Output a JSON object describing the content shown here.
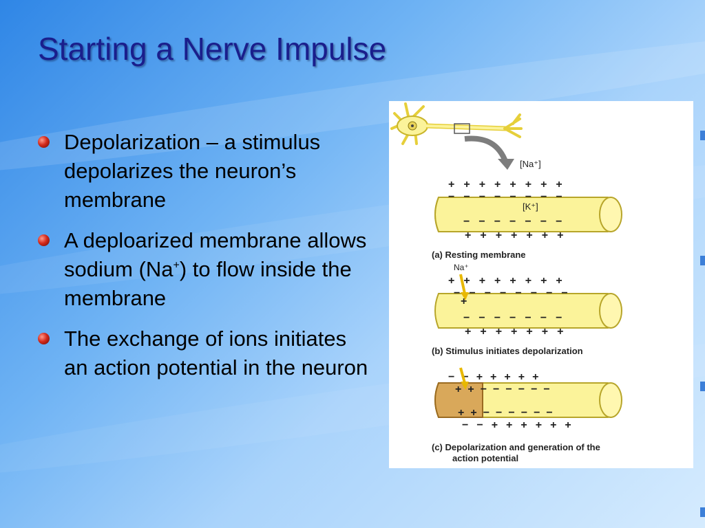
{
  "slide": {
    "title": "Starting a Nerve Impulse",
    "bullets": [
      {
        "text": "Depolarization – a stimulus depolarizes the neuron’s membrane"
      },
      {
        "before": "A deploarized membrane allows sodium (Na",
        "sup": "+",
        "after": ") to flow inside the membrane"
      },
      {
        "text": "The exchange of ions initiates an action potential in the neuron"
      }
    ]
  },
  "figure": {
    "na_label": "[Na⁺]",
    "k_label": "[K⁺]",
    "na_plus": "Na⁺",
    "caption_a": "(a) Resting membrane",
    "caption_b": "(b) Stimulus initiates depolarization",
    "caption_c_line1": "(c) Depolarization and generation of the",
    "caption_c_line2": "action potential"
  },
  "colors": {
    "title": "#1a1e8c",
    "axon_fill": "#fbf39a",
    "depolarized_fill": "#d9a85a",
    "stimulus_arrow": "#e8b800"
  }
}
